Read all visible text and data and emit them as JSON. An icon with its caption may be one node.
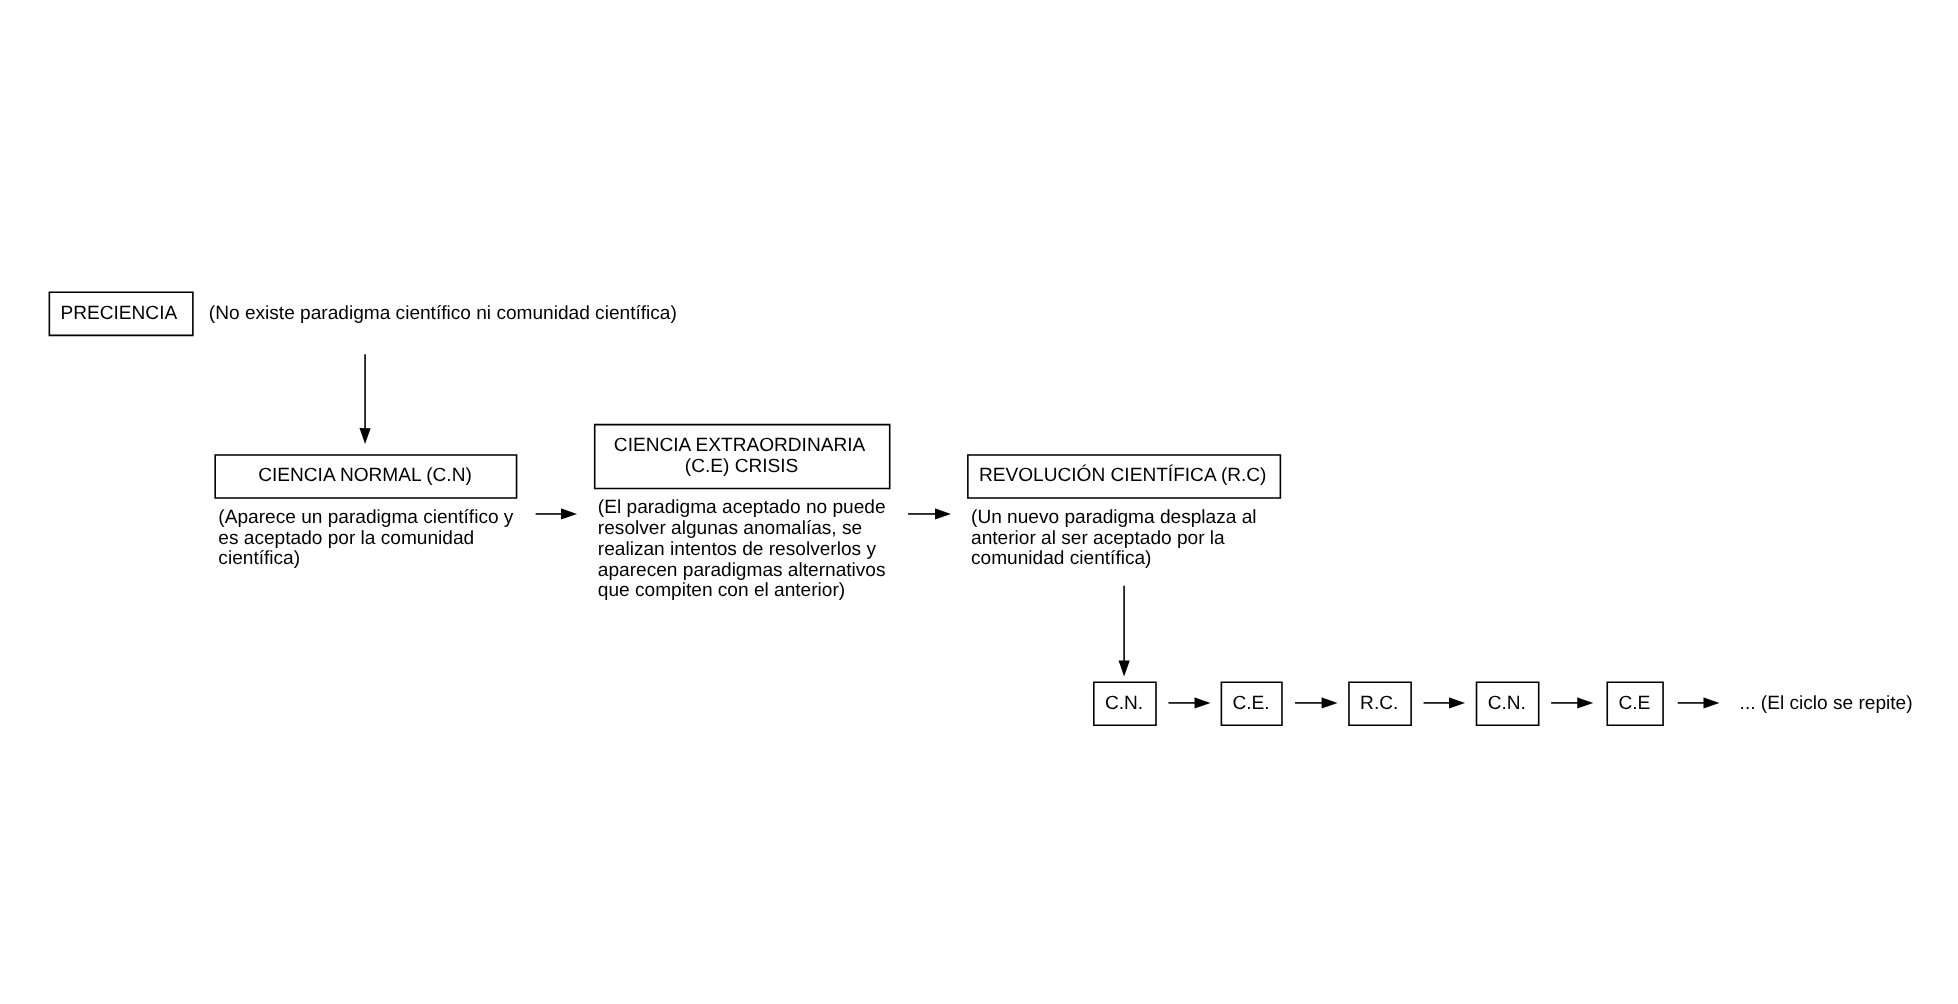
{
  "diagram": {
    "nodes": [
      {
        "text": [
          "PRECIENCIA"
        ],
        "beside": [
          "(No existe paradigma científico ni comunidad científica)"
        ]
      },
      {
        "text": [
          "CIENCIA NORMAL (C.N)"
        ],
        "beside": [
          "(Aparece un paradigma científico y es aceptado por la comunidad científica)"
        ]
      },
      {
        "text": [
          "CIENCIA EXTRAORDINARIA (C.E) CRISIS"
        ],
        "beside": [
          "(El paradigma aceptado no puede resolver algunas anomalías, se realizan intentos de resolverlos y aparecen paradigmas alternativos que compiten con el anterior)"
        ]
      },
      {
        "text": [
          "REVOLUCIÓN CIENTÍFICA (R.C)"
        ],
        "beside": [
          "(Un nuevo paradigma desplaza al anterior al ser aceptado por la comunidad científica)"
        ]
      },
      {
        "text": [
          "C.N."
        ]
      },
      {
        "text": [
          "C.E."
        ]
      },
      {
        "text": [
          "R.C."
        ]
      },
      {
        "text": [
          "C.N."
        ]
      },
      {
        "text": [
          "C.E"
        ]
      },
      {
        "text": [
          "... (El ciclo se repite)"
        ]
      }
    ],
    "edges": [
      {
        "from": 0,
        "to": 1,
        "arrow": "to"
      },
      {
        "from": 1,
        "to": 2,
        "arrow": "to"
      },
      {
        "from": 2,
        "to": 3,
        "arrow": "to"
      },
      {
        "from": 3,
        "to": 4,
        "arrow": "to"
      },
      {
        "from": 4,
        "to": 5,
        "arrow": "to"
      },
      {
        "from": 5,
        "to": 6,
        "arrow": "to"
      },
      {
        "from": 6,
        "to": 7,
        "arrow": "to"
      },
      {
        "from": 7,
        "to": 8,
        "arrow": "to"
      },
      {
        "from": 8,
        "to": 9,
        "arrow": "to"
      }
    ]
  }
}
